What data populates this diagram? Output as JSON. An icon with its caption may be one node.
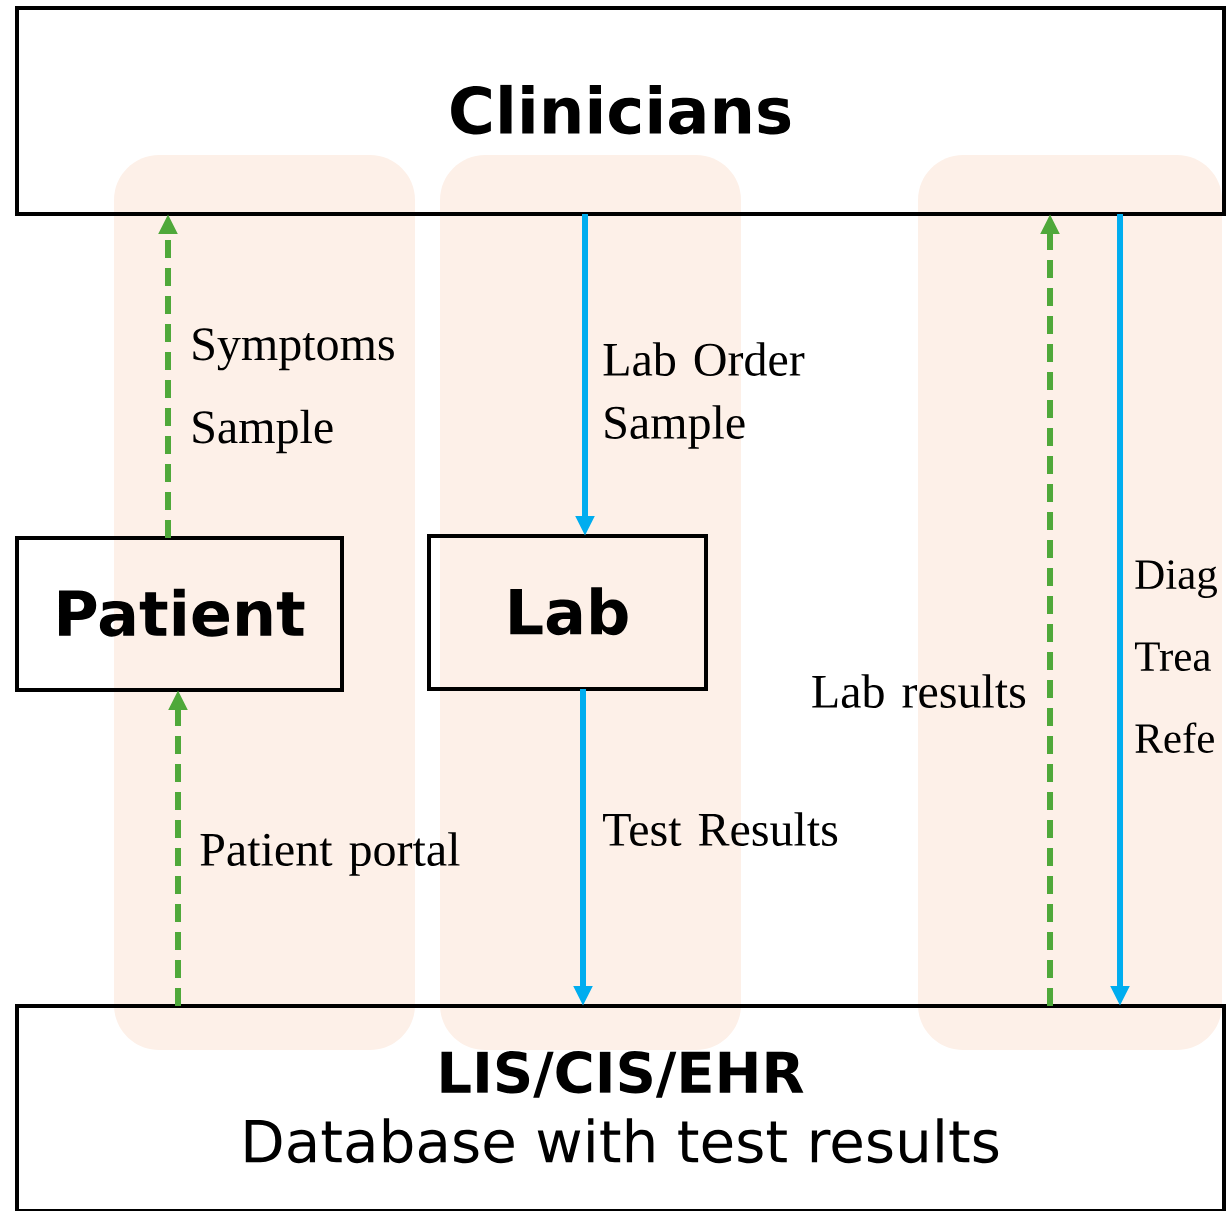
{
  "diagram": {
    "nodes": [
      {
        "text": [
          "Clinicians"
        ]
      },
      {
        "text": [
          "Patient"
        ]
      },
      {
        "text": [
          "Lab"
        ]
      },
      {
        "text": [
          "LIS/CIS/EHR",
          "Database with test results"
        ]
      }
    ],
    "edges": [
      {
        "from": 1,
        "to": 0,
        "arrow": "to",
        "label": "Symptoms Sample",
        "style": "dashed",
        "color": "#4fa83a"
      },
      {
        "from": 0,
        "to": 2,
        "arrow": "to",
        "label": "Lab Order Sample",
        "color": "#00adef"
      },
      {
        "from": 2,
        "to": 3,
        "arrow": "to",
        "label": "Test Results",
        "color": "#00adef"
      },
      {
        "from": 3,
        "to": 1,
        "arrow": "to",
        "label": "Patient portal",
        "style": "dashed",
        "color": "#4fa83a"
      },
      {
        "from": 3,
        "to": 0,
        "arrow": "to",
        "label": "Lab results",
        "style": "dashed",
        "color": "#4fa83a"
      },
      {
        "from": 0,
        "to": 3,
        "arrow": "to",
        "label": "Diag Trea Refe",
        "color": "#00adef"
      }
    ]
  }
}
